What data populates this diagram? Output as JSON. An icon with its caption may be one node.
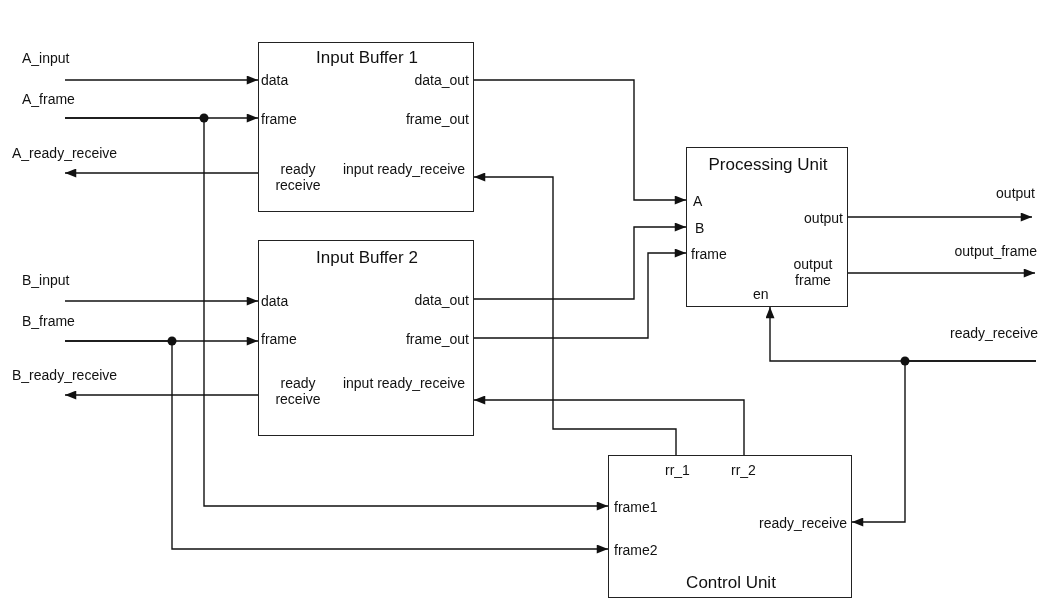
{
  "diagram": {
    "nodes": [
      {
        "text": [
          "Input Buffer 1",
          "data",
          "frame",
          "ready receive",
          "data_out",
          "frame_out",
          "input ready_receive"
        ]
      },
      {
        "text": [
          "Input Buffer 2",
          "data",
          "frame",
          "ready receive",
          "data_out",
          "frame_out",
          "input ready_receive"
        ]
      },
      {
        "text": [
          "Processing Unit",
          "A",
          "B",
          "frame",
          "output",
          "output frame",
          "en"
        ]
      },
      {
        "text": [
          "Control Unit",
          "rr_1",
          "rr_2",
          "frame1",
          "frame2",
          "ready_receive"
        ]
      },
      {
        "text": [
          "A_input"
        ]
      },
      {
        "text": [
          "A_frame"
        ]
      },
      {
        "text": [
          "A_ready_receive"
        ]
      },
      {
        "text": [
          "B_input"
        ]
      },
      {
        "text": [
          "B_frame"
        ]
      },
      {
        "text": [
          "B_ready_receive"
        ]
      },
      {
        "text": [
          "output"
        ]
      },
      {
        "text": [
          "output_frame"
        ]
      },
      {
        "text": [
          "ready_receive"
        ]
      }
    ],
    "edges": [
      {
        "from": 4,
        "to": 0,
        "arrow": "to"
      },
      {
        "from": 5,
        "to": 0,
        "arrow": "to"
      },
      {
        "from": 5,
        "to": 3,
        "arrow": "to"
      },
      {
        "from": 0,
        "to": 6,
        "arrow": "to"
      },
      {
        "from": 7,
        "to": 1,
        "arrow": "to"
      },
      {
        "from": 8,
        "to": 1,
        "arrow": "to"
      },
      {
        "from": 8,
        "to": 3,
        "arrow": "to"
      },
      {
        "from": 1,
        "to": 9,
        "arrow": "to"
      },
      {
        "from": 0,
        "to": 2,
        "arrow": "to"
      },
      {
        "from": 1,
        "to": 2,
        "arrow": "to"
      },
      {
        "from": 1,
        "to": 2,
        "arrow": "to"
      },
      {
        "from": 2,
        "to": 10,
        "arrow": "to"
      },
      {
        "from": 2,
        "to": 11,
        "arrow": "to"
      },
      {
        "from": 12,
        "to": 2,
        "arrow": "to"
      },
      {
        "from": 12,
        "to": 3,
        "arrow": "to"
      },
      {
        "from": 3,
        "to": 0,
        "arrow": "to"
      },
      {
        "from": 3,
        "to": 1,
        "arrow": "to"
      }
    ]
  }
}
